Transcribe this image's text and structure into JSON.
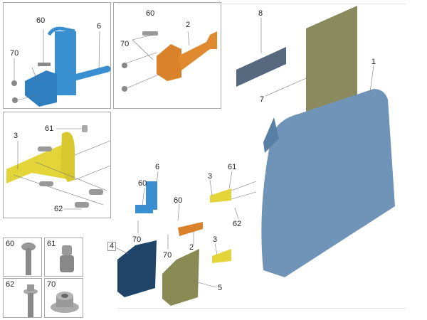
{
  "insets": {
    "sensor_assembly": {
      "labels": [
        "60",
        "6",
        "70"
      ]
    },
    "door_check": {
      "labels": [
        "60",
        "2",
        "70"
      ]
    },
    "hinge": {
      "labels": [
        "61",
        "3",
        "62"
      ]
    }
  },
  "main": {
    "labels": {
      "seal_small": "8",
      "door": "1",
      "membrane": "7",
      "sensor": "6",
      "sensor_bolt": "60",
      "check_bolt": "60",
      "sensor_nut": "70",
      "upper_hinge": "3",
      "hinge_pin": "61",
      "hinge_bolt": "62",
      "door_check": "2",
      "check_nut": "70",
      "lower_hinge": "3",
      "panel_dark": "4",
      "panel_olive": "5"
    }
  },
  "fasteners": [
    {
      "number": "60"
    },
    {
      "number": "61"
    },
    {
      "number": "62"
    },
    {
      "number": "70"
    }
  ],
  "colors": {
    "sensor": "#3a8fd0",
    "check": "#d9822b",
    "hinge": "#e0d040",
    "door": "#6f94b8",
    "panel_dark": "#1f4468",
    "panel_olive": "#8a8a55",
    "membrane": "#8a8a5e"
  }
}
